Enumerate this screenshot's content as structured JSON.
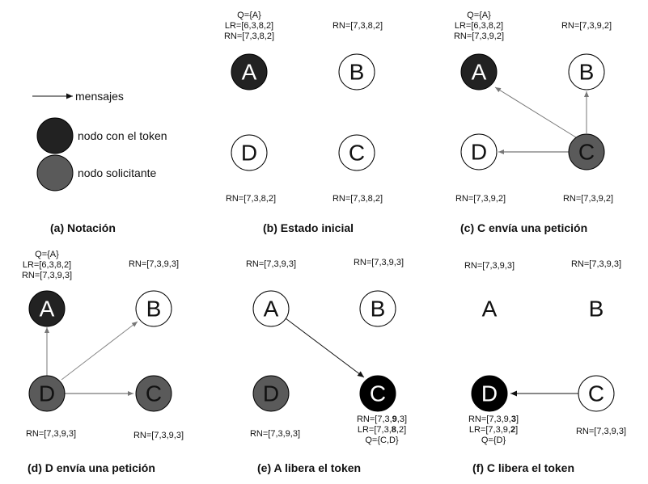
{
  "legend": {
    "messages": "mensajes",
    "token_node": "nodo con el token",
    "requesting_node": "nodo solicitante"
  },
  "colors": {
    "token": "#222222",
    "token_black": "#000000",
    "requesting": "#5a5a5a",
    "idle": "#ffffff"
  },
  "panels": {
    "a": {
      "caption": "(a) Notación"
    },
    "b": {
      "caption": "(b) Estado inicial",
      "nodes": {
        "A": "A",
        "B": "B",
        "C": "C",
        "D": "D"
      },
      "A_info": [
        "Q={A}",
        "LR=[6,3,8,2]",
        "RN=[7,3,8,2]"
      ],
      "B_info": "RN=[7,3,8,2]",
      "C_info": "RN=[7,3,8,2]",
      "D_info": "RN=[7,3,8,2]"
    },
    "c": {
      "caption": "(c) C envía una petición",
      "nodes": {
        "A": "A",
        "B": "B",
        "C": "C",
        "D": "D"
      },
      "A_info": [
        "Q={A}",
        "LR=[6,3,8,2]",
        "RN=[7,3,9,2]"
      ],
      "B_info": "RN=[7,3,9,2]",
      "C_info": "RN=[7,3,9,2]",
      "D_info": "RN=[7,3,9,2]"
    },
    "d": {
      "caption": "(d) D envía una petición",
      "nodes": {
        "A": "A",
        "B": "B",
        "C": "C",
        "D": "D"
      },
      "A_info": [
        "Q={A}",
        "LR=[6,3,8,2]",
        "RN=[7,3,9,3]"
      ],
      "B_info": "RN=[7,3,9,3]",
      "C_info": "RN=[7,3,9,3]",
      "D_info": "RN=[7,3,9,3]"
    },
    "e": {
      "caption": "(e) A libera el token",
      "nodes": {
        "A": "A",
        "B": "B",
        "C": "C",
        "D": "D"
      },
      "A_info": "RN=[7,3,9,3]",
      "B_info": "RN=[7,3,9,3]",
      "D_info": "RN=[7,3,9,3]",
      "C_info": {
        "rn_pre": "RN=[7,3,",
        "rn_bold": "9",
        "rn_post": ",3]",
        "lr_pre": "LR=[7,3,",
        "lr_bold": "8",
        "lr_post": ",2]",
        "q": "Q={C,D}"
      }
    },
    "f": {
      "caption": "(f) C libera el token",
      "nodes": {
        "A": "A",
        "B": "B",
        "C": "C",
        "D": "D"
      },
      "A_info": "RN=[7,3,9,3]",
      "B_info": "RN=[7,3,9,3]",
      "C_info": "RN=[7,3,9,3]",
      "D_info": {
        "rn_pre": "RN=[7,3,9,",
        "rn_bold": "3",
        "rn_post": "]",
        "lr_pre": "LR=[7,3,9,",
        "lr_bold": "2",
        "lr_post": "]",
        "q": "Q={D}"
      }
    }
  }
}
